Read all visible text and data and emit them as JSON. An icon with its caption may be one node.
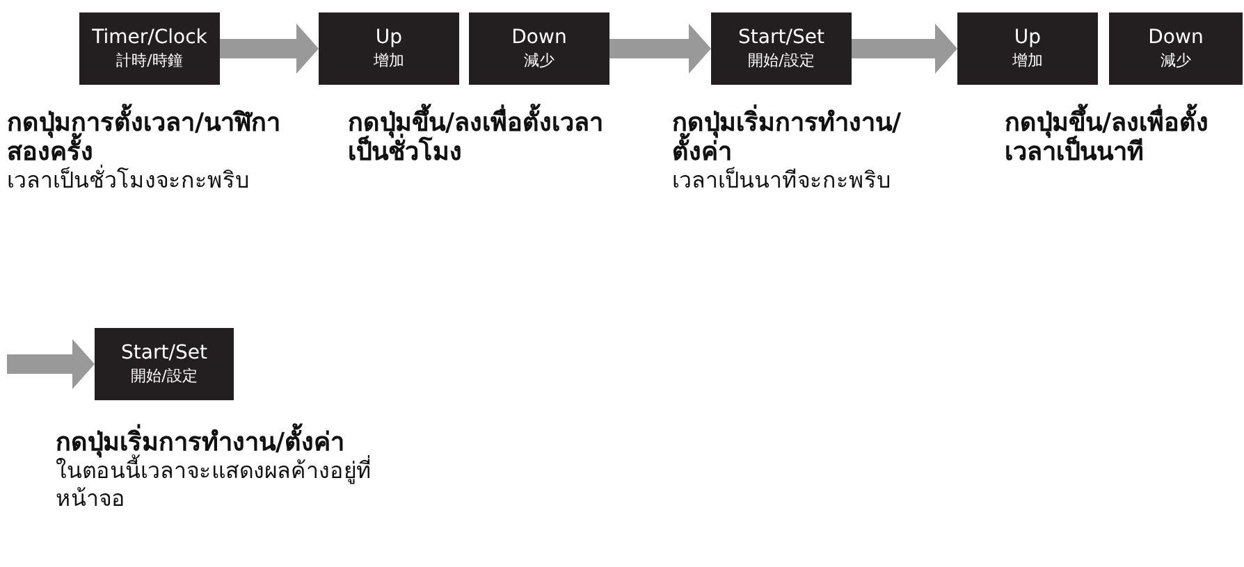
{
  "diagram": {
    "nodes": [
      {
        "text": [
          "Timer/Clock",
          "計時/時鐘"
        ],
        "beside": [
          "กดปุ่มการตั้งเวลา/นาฬิกาสองครั้ง",
          "เวลาเป็นชั่วโมงจะกะพริบ"
        ]
      },
      {
        "text": [
          "Up",
          "增加"
        ],
        "beside": [
          "กดปุ่มขึ้น/ลงเพื่อตั้งเวลาเป็นชั่วโมง"
        ]
      },
      {
        "text": [
          "Down",
          "減少"
        ]
      },
      {
        "text": [
          "Start/Set",
          "開始/設定"
        ],
        "beside": [
          "กดปุ่มเริ่มการทำงาน/ตั้งค่า",
          "เวลาเป็นนาทีจะกะพริบ"
        ]
      },
      {
        "text": [
          "Up",
          "增加"
        ],
        "beside": [
          "กดปุ่มขึ้น/ลงเพื่อตั้งเวลาเป็นนาที"
        ]
      },
      {
        "text": [
          "Down",
          "減少"
        ]
      },
      {
        "text": [
          "Start/Set",
          "開始/設定"
        ],
        "beside": [
          "กดปุ่มเริ่มการทำงาน/ตั้งค่า",
          "ในตอนนี้เวลาจะแสดงผลค้างอยู่ที่หน้าจอ"
        ]
      }
    ],
    "edges": [
      {
        "from": 0,
        "to": 1,
        "arrow": "to"
      },
      {
        "from": 2,
        "to": 3,
        "arrow": "to"
      },
      {
        "from": 3,
        "to": 4,
        "arrow": "to"
      },
      {
        "from": null,
        "to": 6,
        "arrow": "to"
      }
    ]
  }
}
